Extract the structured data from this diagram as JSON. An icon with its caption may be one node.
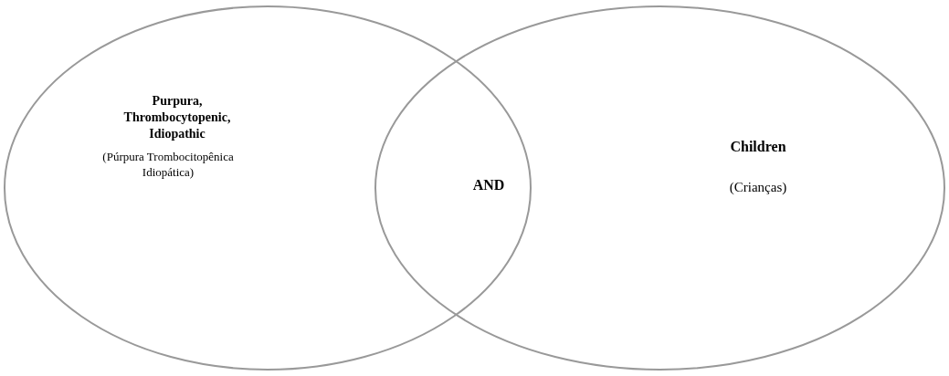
{
  "diagram": {
    "nodes": [
      {
        "text": [
          "Purpura, Thrombocytopenic, Idiopathic",
          "(Púrpura Trombocitopênica Idiopática)"
        ]
      },
      {
        "text": [
          "Children",
          "(Crianças)"
        ]
      }
    ],
    "edges": [],
    "labels": [
      "AND"
    ]
  }
}
